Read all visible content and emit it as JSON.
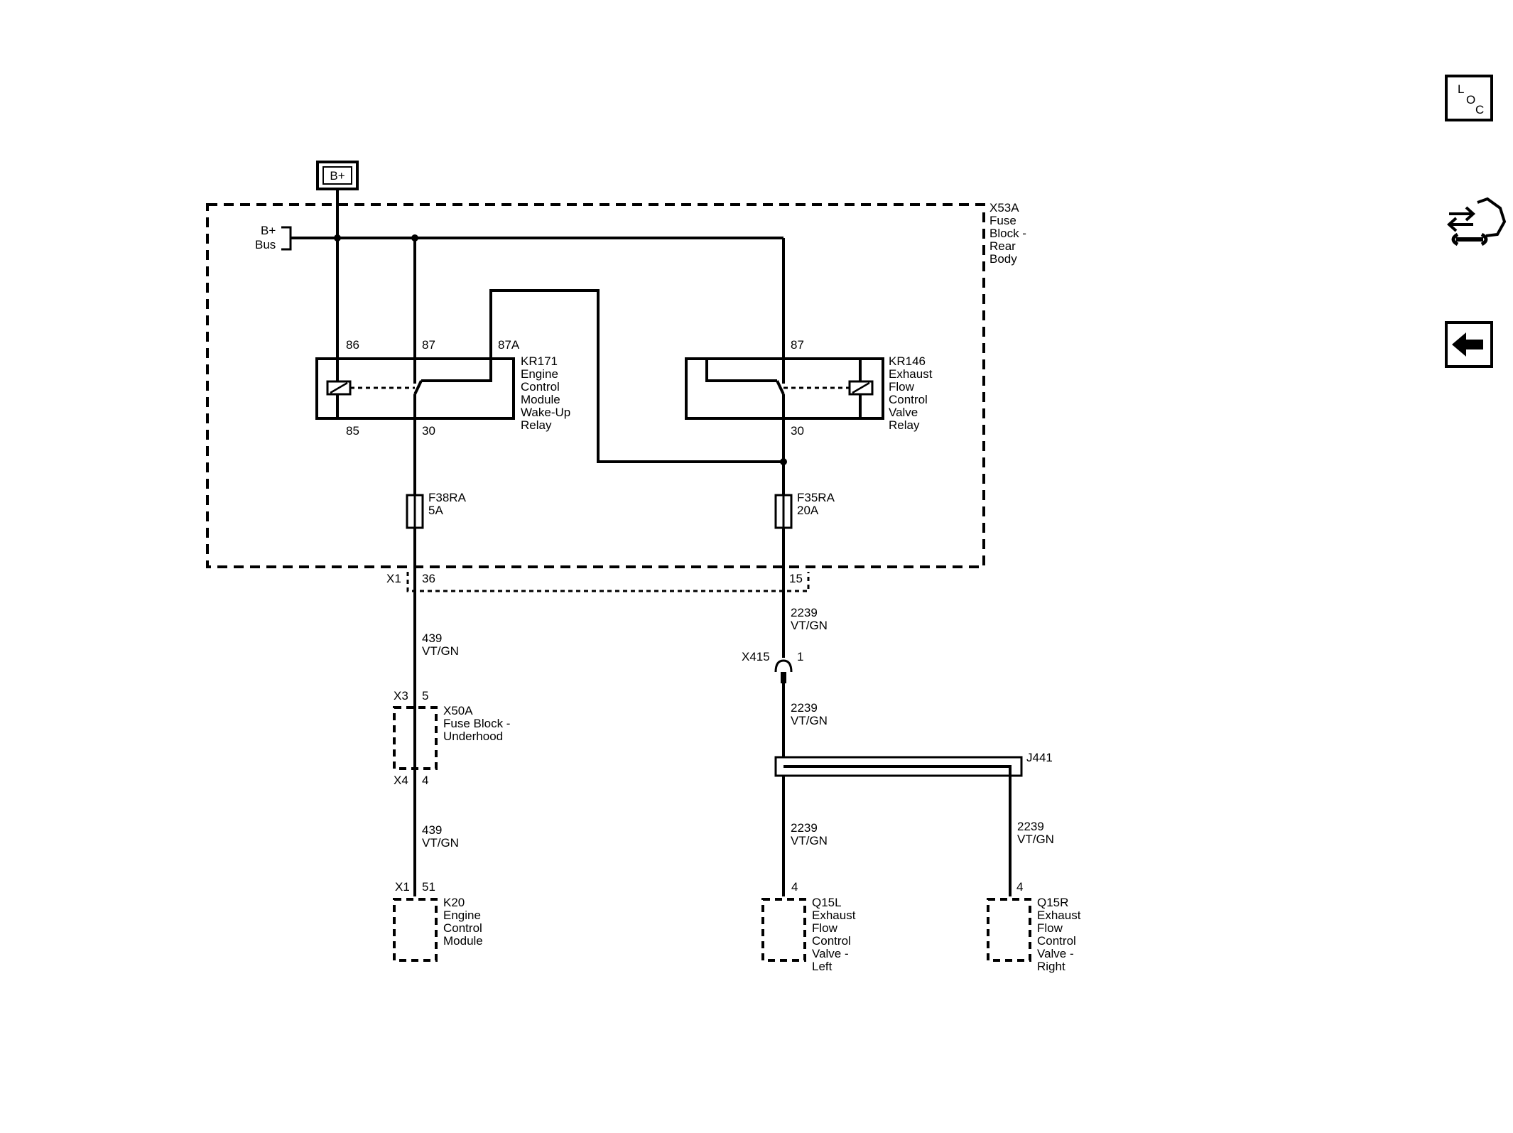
{
  "supply": {
    "label": "B+"
  },
  "bus": {
    "line1": "B+",
    "line2": "Bus"
  },
  "fuse_block_rear": {
    "line1": "X53A",
    "line2": "Fuse",
    "line3": "Block -",
    "line4": "Rear",
    "line5": "Body"
  },
  "relay_kr171": {
    "line1": "KR171",
    "line2": "Engine",
    "line3": "Control",
    "line4": "Module",
    "line5": "Wake-Up",
    "line6": "Relay",
    "pin86": "86",
    "pin87": "87",
    "pin87a": "87A",
    "pin85": "85",
    "pin30": "30"
  },
  "relay_kr146": {
    "line1": "KR146",
    "line2": "Exhaust",
    "line3": "Flow",
    "line4": "Control",
    "line5": "Valve",
    "line6": "Relay",
    "pin87": "87",
    "pin30": "30"
  },
  "fuse_f38ra": {
    "name": "F38RA",
    "rating": "5A"
  },
  "fuse_f35ra": {
    "name": "F35RA",
    "rating": "20A"
  },
  "connector_x1_rear": {
    "name": "X1",
    "pin_a": "36",
    "pin_b": "15"
  },
  "wire_439_a": {
    "circuit": "439",
    "color": "VT/GN"
  },
  "fuse_block_underhood": {
    "x3": "X3",
    "x3_pin": "5",
    "line1": "X50A",
    "line2": "Fuse Block -",
    "line3": "Underhood",
    "x4": "X4",
    "x4_pin": "4"
  },
  "wire_439_b": {
    "circuit": "439",
    "color": "VT/GN"
  },
  "ecm": {
    "connector": "X1",
    "pin": "51",
    "line1": "K20",
    "line2": "Engine",
    "line3": "Control",
    "line4": "Module"
  },
  "wire_2239_a": {
    "circuit": "2239",
    "color": "VT/GN"
  },
  "inline_x415": {
    "name": "X415",
    "pin": "1"
  },
  "wire_2239_b": {
    "circuit": "2239",
    "color": "VT/GN"
  },
  "splice_j441": {
    "name": "J441"
  },
  "wire_2239_left": {
    "circuit": "2239",
    "color": "VT/GN"
  },
  "wire_2239_right": {
    "circuit": "2239",
    "color": "VT/GN"
  },
  "valve_left": {
    "pin": "4",
    "line1": "Q15L",
    "line2": "Exhaust",
    "line3": "Flow",
    "line4": "Control",
    "line5": "Valve -",
    "line6": "Left"
  },
  "valve_right": {
    "pin": "4",
    "line1": "Q15R",
    "line2": "Exhaust",
    "line3": "Flow",
    "line4": "Control",
    "line5": "Valve -",
    "line6": "Right"
  },
  "nav": {
    "loc": {
      "l": "L",
      "o": "O",
      "c": "C",
      "icon": "loc-icon"
    },
    "connector_icon": "connector-wrench-icon",
    "back_icon": "back-arrow-icon"
  }
}
